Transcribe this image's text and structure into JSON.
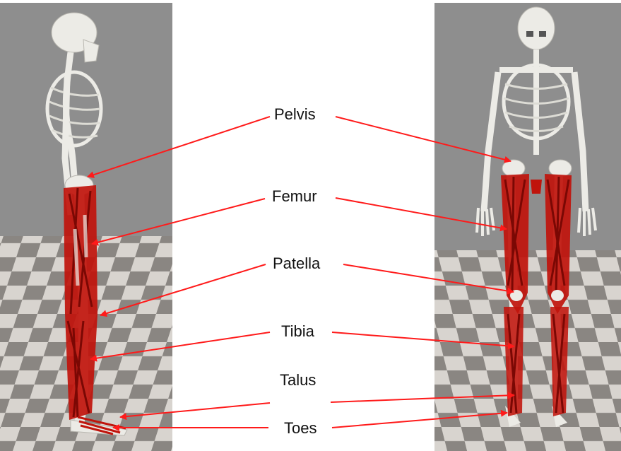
{
  "labels": {
    "pelvis": "Pelvis",
    "femur": "Femur",
    "patella": "Patella",
    "tibia": "Tibia",
    "talus": "Talus",
    "toes": "Toes"
  },
  "colors": {
    "sky": "#8e8e8e",
    "floor_light": "#d8d4cf",
    "floor_dark": "#8a8682",
    "bone": "#ecebe6",
    "bone_shade": "#b9b7b0",
    "muscle": "#c0140c",
    "muscle_dark": "#7a0804",
    "arrow": "#ff1a1a"
  },
  "views": [
    "side-view",
    "front-view"
  ]
}
